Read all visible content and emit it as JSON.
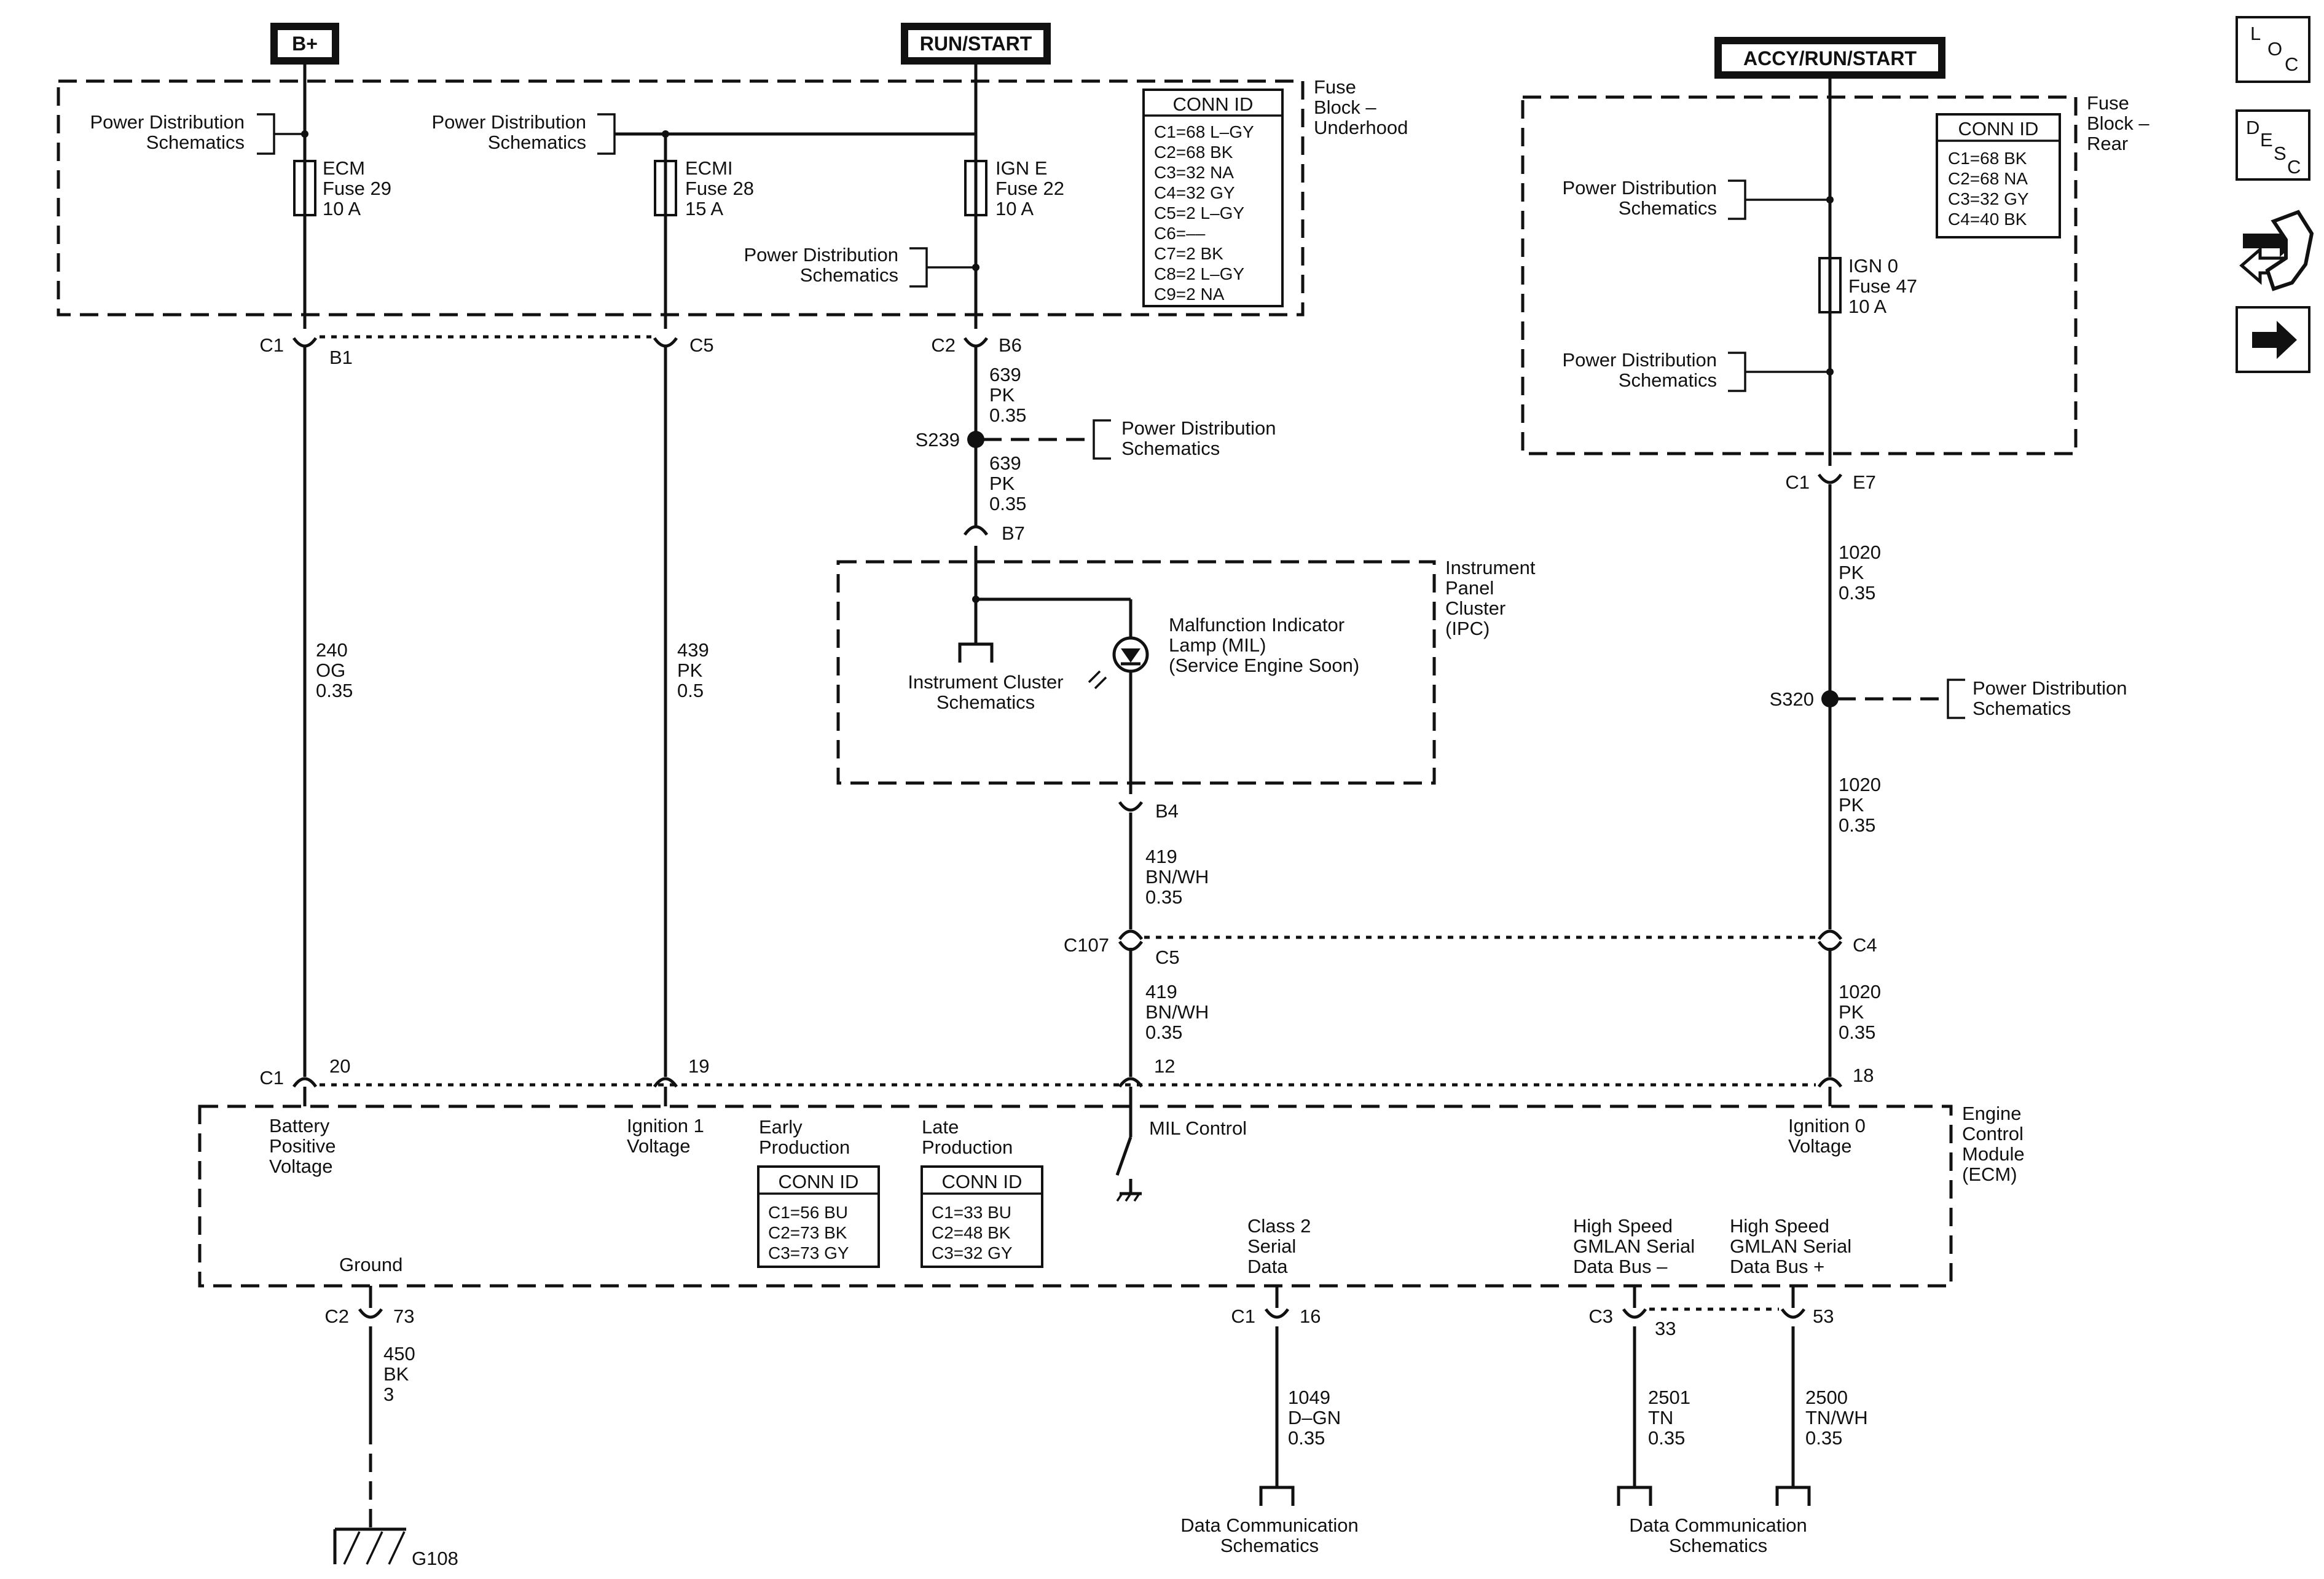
{
  "power_sources": {
    "b_plus": "B+",
    "run_start": "RUN/START",
    "accy_run_start": "ACCY/RUN/START"
  },
  "fuse_block_underhood": {
    "label": [
      "Fuse",
      "Block –",
      "Underhood"
    ],
    "conn_id_title": "CONN ID",
    "conn_ids": [
      "C1=68 L–GY",
      "C2=68 BK",
      "C3=32 NA",
      "C4=32 GY",
      "C5=2 L–GY",
      "C6=––",
      "C7=2 BK",
      "C8=2 L–GY",
      "C9=2 NA"
    ],
    "fuses": [
      {
        "name": "ECM",
        "number": "Fuse 29",
        "rating": "10 A"
      },
      {
        "name": "ECMI",
        "number": "Fuse 28",
        "rating": "15 A"
      },
      {
        "name": "IGN E",
        "number": "Fuse 22",
        "rating": "10 A"
      }
    ]
  },
  "fuse_block_rear": {
    "label": [
      "Fuse",
      "Block –",
      "Rear"
    ],
    "conn_id_title": "CONN ID",
    "conn_ids": [
      "C1=68 BK",
      "C2=68 NA",
      "C3=32 GY",
      "C4=40 BK"
    ],
    "fuse": {
      "name": "IGN 0",
      "number": "Fuse 47",
      "rating": "10 A"
    }
  },
  "refs": {
    "power_distribution": [
      "Power Distribution",
      "Schematics"
    ],
    "instrument_cluster": [
      "Instrument Cluster",
      "Schematics"
    ],
    "data_communication": [
      "Data Communication",
      "Schematics"
    ]
  },
  "connectors": {
    "c1": "C1",
    "c2": "C2",
    "c3": "C3",
    "c4": "C4",
    "c5": "C5",
    "b1": "B1",
    "b4": "B4",
    "b6": "B6",
    "b7": "B7",
    "e7": "E7",
    "c107": "C107",
    "p20": "20",
    "p19": "19",
    "p12": "12",
    "p18": "18",
    "p73": "73",
    "p16": "16",
    "p33": "33",
    "p53": "53"
  },
  "splices": {
    "s239": "S239",
    "s320": "S320"
  },
  "wires": {
    "w240": [
      "240",
      "OG",
      "0.35"
    ],
    "w439": [
      "439",
      "PK",
      "0.5"
    ],
    "w639": [
      "639",
      "PK",
      "0.35"
    ],
    "w419": [
      "419",
      "BN/WH",
      "0.35"
    ],
    "w1020": [
      "1020",
      "PK",
      "0.35"
    ],
    "w450": [
      "450",
      "BK",
      "3"
    ],
    "w1049": [
      "1049",
      "D–GN",
      "0.35"
    ],
    "w2501": [
      "2501",
      "TN",
      "0.35"
    ],
    "w2500": [
      "2500",
      "TN/WH",
      "0.35"
    ]
  },
  "ipc": {
    "label": [
      "Instrument",
      "Panel",
      "Cluster",
      "(IPC)"
    ],
    "mil": [
      "Malfunction Indicator",
      "Lamp (MIL)",
      "(Service Engine Soon)"
    ]
  },
  "ecm": {
    "label": [
      "Engine",
      "Control",
      "Module",
      "(ECM)"
    ],
    "battery_positive": [
      "Battery",
      "Positive",
      "Voltage"
    ],
    "ignition1": [
      "Ignition 1",
      "Voltage"
    ],
    "mil_control": "MIL Control",
    "ignition0": [
      "Ignition 0",
      "Voltage"
    ],
    "ground": "Ground",
    "class2": [
      "Class 2",
      "Serial",
      "Data"
    ],
    "hs_minus": [
      "High Speed",
      "GMLAN Serial",
      "Data Bus –"
    ],
    "hs_plus": [
      "High Speed",
      "GMLAN Serial",
      "Data Bus +"
    ],
    "early": {
      "title": [
        "Early",
        "Production"
      ],
      "conn_title": "CONN ID",
      "conn_ids": [
        "C1=56 BU",
        "C2=73 BK",
        "C3=73 GY"
      ]
    },
    "late": {
      "title": [
        "Late",
        "Production"
      ],
      "conn_title": "CONN ID",
      "conn_ids": [
        "C1=33 BU",
        "C2=48 BK",
        "C3=32 GY"
      ]
    }
  },
  "ground": {
    "g108": "G108"
  },
  "nav": {
    "loc": [
      "L",
      "O",
      "C"
    ],
    "desc": [
      "D",
      "E",
      "S",
      "C"
    ],
    "icons": [
      "connector-tool-icon",
      "next-arrow-icon"
    ]
  }
}
